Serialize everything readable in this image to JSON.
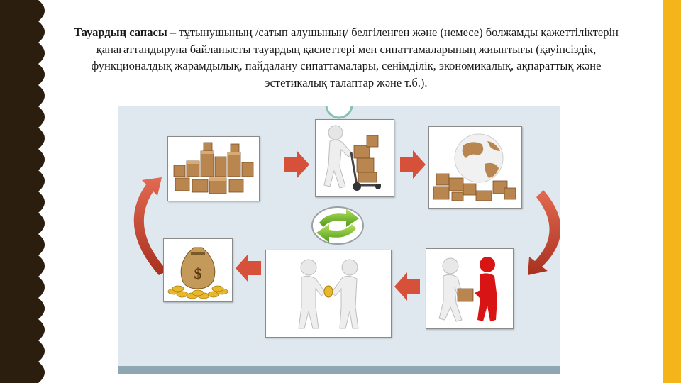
{
  "definition": {
    "term": "Тауардың сапасы",
    "text": " – тұтынушының /сатып алушының/ белгіленген және (немесе) болжамды қажеттіліктерін қанағаттандыруна байланысты тауардың қасиеттері мен сипаттамаларының жиынтығы (қауіпсіздік, функционалдық жарамдылық, пайдалану сипаттамалары, сенімділік, экономикалық, ақпараттық және эстетикалық талаптар және т.б.)."
  },
  "diagram": {
    "background_color": "#dfe8ee",
    "bottom_bar_color": "#8fa7b2",
    "arrow_color": "#d6503a",
    "panels": [
      {
        "name": "stacked-boxes"
      },
      {
        "name": "delivery-hand-truck"
      },
      {
        "name": "globe-with-boxes"
      },
      {
        "name": "handing-over-package"
      },
      {
        "name": "payment-handshake"
      },
      {
        "name": "money-bag-coins"
      }
    ],
    "money_symbol": "$"
  },
  "colors": {
    "left_band": "#2b1e0f",
    "right_stripe": "#f3b51a",
    "box_brown": "#b8864e"
  }
}
